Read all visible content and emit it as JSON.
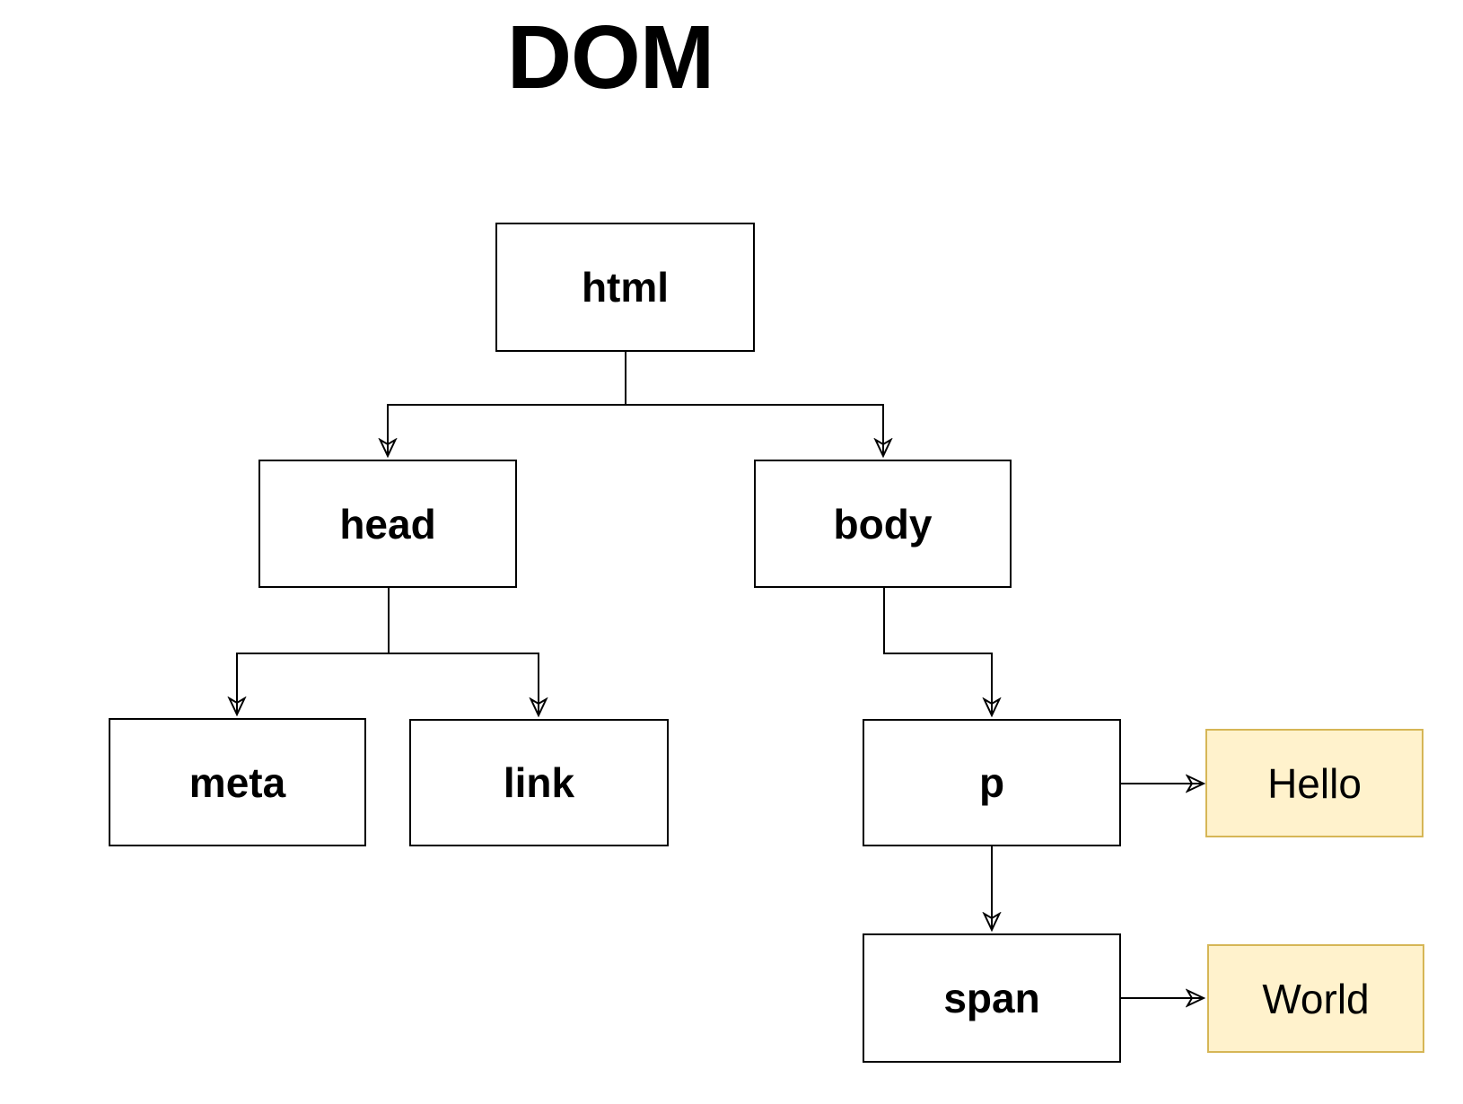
{
  "title": "DOM",
  "colors": {
    "background": "#ffffff",
    "element_node_fill": "#ffffff",
    "element_node_border": "#000000",
    "text_node_fill": "#fff2cc",
    "text_node_border": "#d6b656",
    "edge": "#000000",
    "text": "#000000"
  },
  "nodes": {
    "html": {
      "label": "html",
      "kind": "element"
    },
    "head": {
      "label": "head",
      "kind": "element"
    },
    "body": {
      "label": "body",
      "kind": "element"
    },
    "meta": {
      "label": "meta",
      "kind": "element"
    },
    "link": {
      "label": "link",
      "kind": "element"
    },
    "p": {
      "label": "p",
      "kind": "element"
    },
    "span": {
      "label": "span",
      "kind": "element"
    },
    "hello": {
      "label": "Hello",
      "kind": "text"
    },
    "world": {
      "label": "World",
      "kind": "text"
    }
  },
  "edges": [
    {
      "from": "html",
      "to": "head"
    },
    {
      "from": "html",
      "to": "body"
    },
    {
      "from": "head",
      "to": "meta"
    },
    {
      "from": "head",
      "to": "link"
    },
    {
      "from": "body",
      "to": "p"
    },
    {
      "from": "p",
      "to": "hello"
    },
    {
      "from": "p",
      "to": "span"
    },
    {
      "from": "span",
      "to": "world"
    }
  ]
}
